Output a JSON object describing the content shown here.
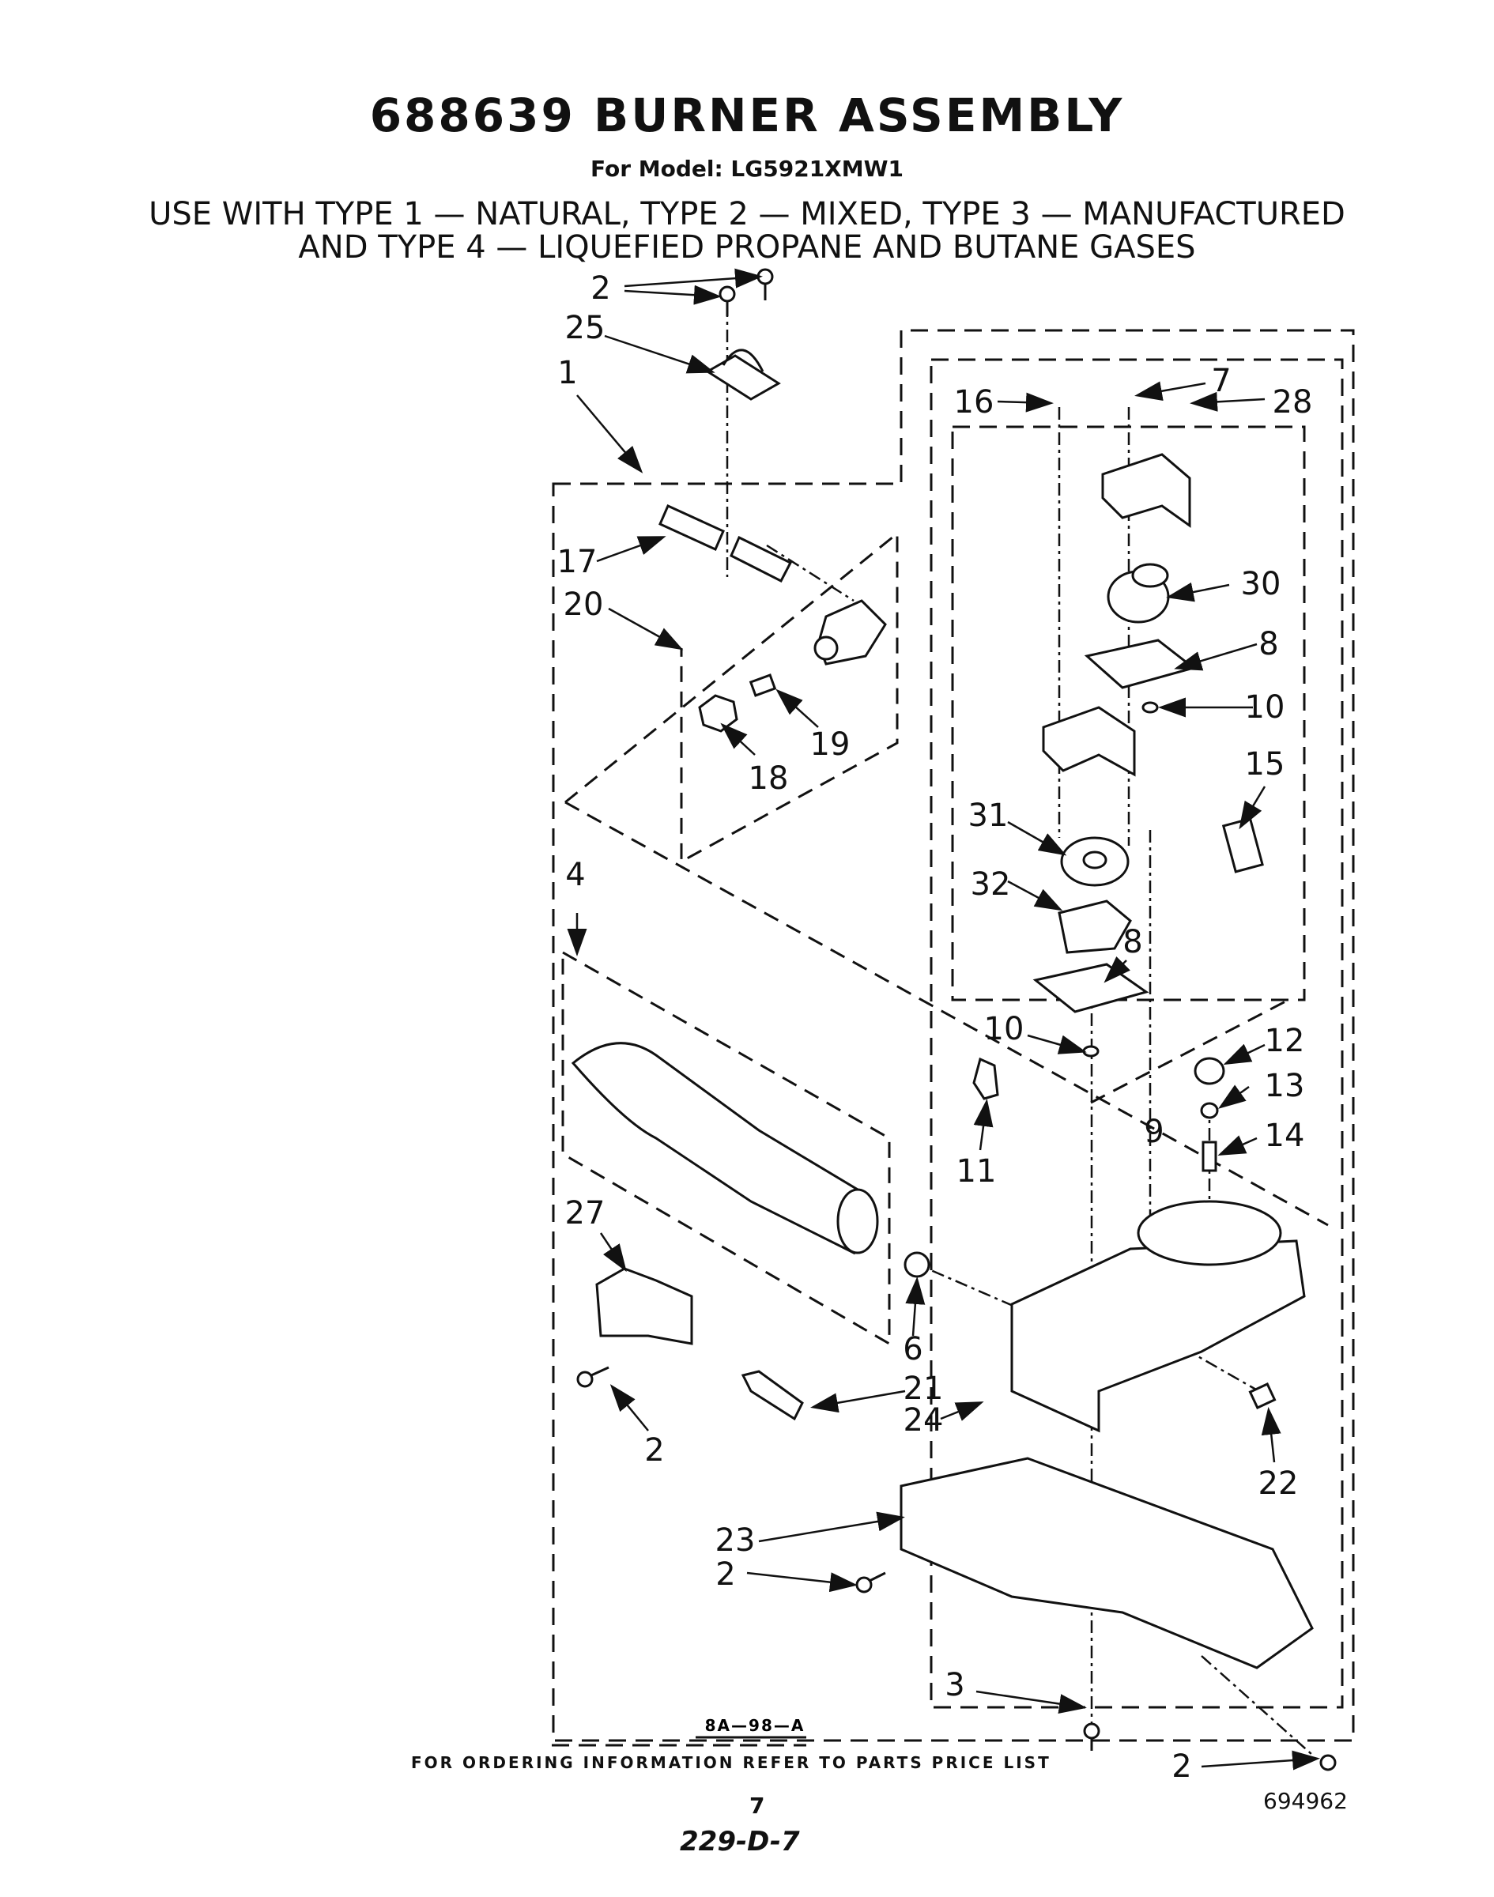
{
  "header": {
    "title": "688639 BURNER ASSEMBLY",
    "model": "For Model: LG5921XMW1",
    "use_line1": "USE WITH TYPE 1 — NATURAL, TYPE 2 — MIXED, TYPE 3 — MANUFACTURED",
    "use_line2": "AND TYPE 4 — LIQUEFIED PROPANE AND BUTANE GASES"
  },
  "callouts": {
    "c2a": "2",
    "c25": "25",
    "c1": "1",
    "c16": "16",
    "c7": "7",
    "c28": "28",
    "c17": "17",
    "c20": "20",
    "c30": "30",
    "c8a": "8",
    "c10a": "10",
    "c15": "15",
    "c19": "19",
    "c18": "18",
    "c31": "31",
    "c4": "4",
    "c32": "32",
    "c8b": "8",
    "c10b": "10",
    "c12": "12",
    "c13": "13",
    "c9": "9",
    "c14": "14",
    "c11": "11",
    "c27": "27",
    "c6": "6",
    "c21": "21",
    "c24": "24",
    "c2b": "2",
    "c22": "22",
    "c23": "23",
    "c2c": "2",
    "c3": "3",
    "c2d": "2"
  },
  "drawing_code": "8A—98—A",
  "footer": {
    "ordering": "FOR ORDERING INFORMATION REFER TO PARTS PRICE LIST",
    "page": "7",
    "pub_code": "229-D-7",
    "part_number": "694962"
  }
}
